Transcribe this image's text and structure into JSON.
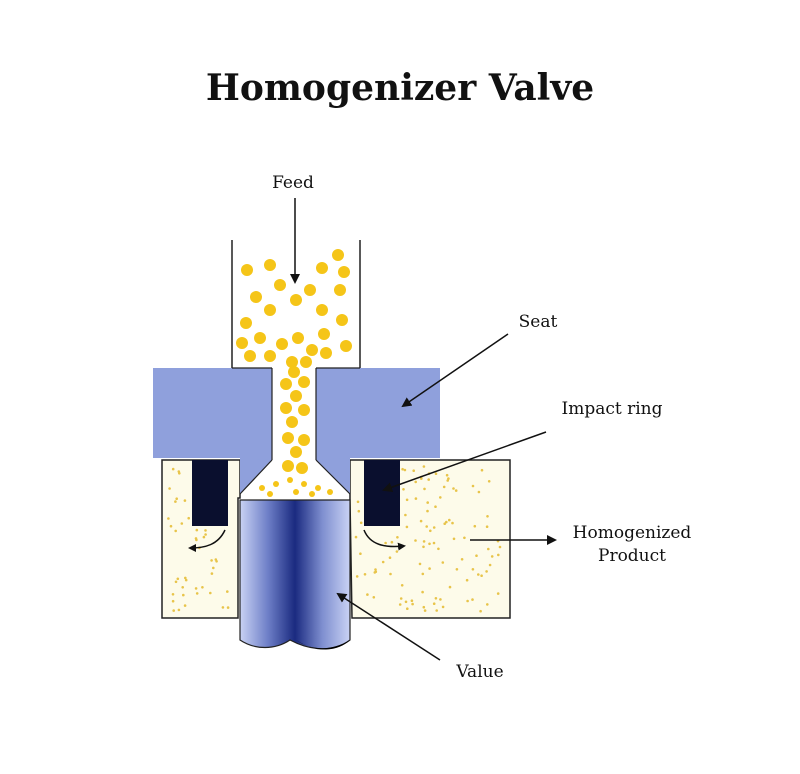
{
  "title": "Homogenizer Valve",
  "labels": {
    "feed": "Feed",
    "seat": "Seat",
    "impact_ring": "Impact ring",
    "homogenized_line1": "Homogenized",
    "homogenized_line2": "Product",
    "value": "Value"
  },
  "colors": {
    "seat": "#8fa0dc",
    "impact_ring": "#0a0f2e",
    "particles": "#f5c518",
    "fine_particles": "#e8c44a",
    "chamber_fill": "#fdfbea",
    "valve_dark": "#1a2a80",
    "valve_light": "#c9d2f4",
    "outline": "#222222"
  },
  "icons": [
    "arrow-down-icon",
    "arrow-pointer-icon",
    "curved-arrow-icon"
  ]
}
